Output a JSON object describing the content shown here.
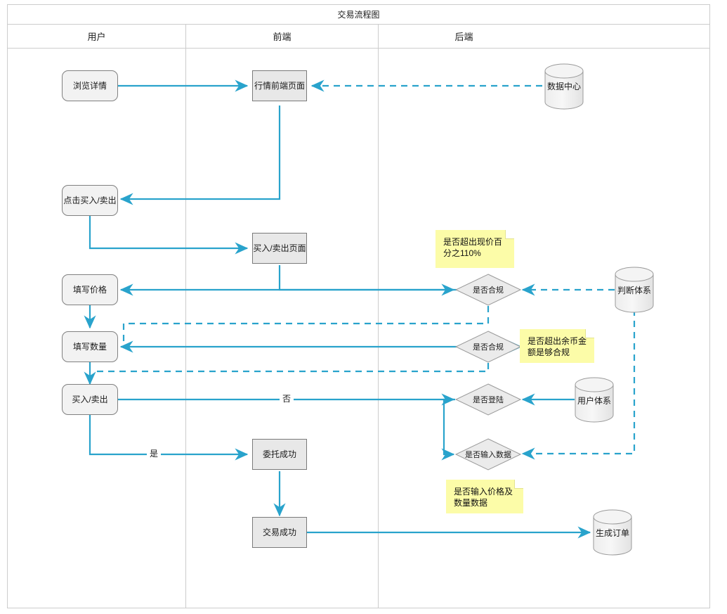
{
  "diagram": {
    "title": "交易流程图",
    "type": "swimlane-flowchart",
    "colors": {
      "edge": "#29a3cc",
      "node_fill": "#f2f2f2",
      "rect_fill": "#e8e8e8",
      "note_fill": "#fcfca8",
      "border": "#808080",
      "lane_border": "#cccccc"
    }
  },
  "lanes": [
    {
      "name": "user",
      "label": "用户"
    },
    {
      "name": "frontend",
      "label": "前端"
    },
    {
      "name": "backend",
      "label": "后端"
    }
  ],
  "nodes": {
    "browse_detail": {
      "label": "浏览详情",
      "shape": "rounded",
      "lane": "用户"
    },
    "market_front_page": {
      "label": "行情前端页面",
      "shape": "rect",
      "lane": "前端"
    },
    "data_center": {
      "label": "数据中心",
      "shape": "cylinder",
      "lane": "后端"
    },
    "click_buy_sell": {
      "label": "点击买入/卖出",
      "shape": "rounded",
      "lane": "用户"
    },
    "buy_sell_page": {
      "label": "买入/卖出页面",
      "shape": "rect",
      "lane": "前端"
    },
    "fill_price": {
      "label": "填写价格",
      "shape": "rounded",
      "lane": "用户"
    },
    "fill_quantity": {
      "label": "填写数量",
      "shape": "rounded",
      "lane": "用户"
    },
    "buy_sell": {
      "label": "买入/卖出",
      "shape": "rounded",
      "lane": "用户"
    },
    "is_compliant_price": {
      "label": "是否合规",
      "shape": "diamond",
      "lane": "后端"
    },
    "is_compliant_qty": {
      "label": "是否合规",
      "shape": "diamond",
      "lane": "后端"
    },
    "is_logged_in": {
      "label": "是否登陆",
      "shape": "diamond",
      "lane": "后端"
    },
    "is_data_entered": {
      "label": "是否输入数据",
      "shape": "diamond",
      "lane": "后端"
    },
    "judgment_system": {
      "label": "判断体系",
      "shape": "cylinder",
      "lane": "后端"
    },
    "user_system": {
      "label": "用户体系",
      "shape": "cylinder",
      "lane": "后端"
    },
    "order_success": {
      "label": "委托成功",
      "shape": "rect",
      "lane": "前端"
    },
    "trade_success": {
      "label": "交易成功",
      "shape": "rect",
      "lane": "前端"
    },
    "generate_order": {
      "label": "生成订单",
      "shape": "cylinder",
      "lane": "后端"
    }
  },
  "notes": [
    {
      "name": "note-price-limit",
      "text": "是否超出现价百分之110%"
    },
    {
      "name": "note-balance",
      "text": "是否超出余币金额是够合规"
    },
    {
      "name": "note-input-data",
      "text": "是否输入价格及数量数据"
    }
  ],
  "edge_labels": [
    {
      "name": "edge-label-no",
      "text": "否"
    },
    {
      "name": "edge-label-yes",
      "text": "是"
    }
  ]
}
